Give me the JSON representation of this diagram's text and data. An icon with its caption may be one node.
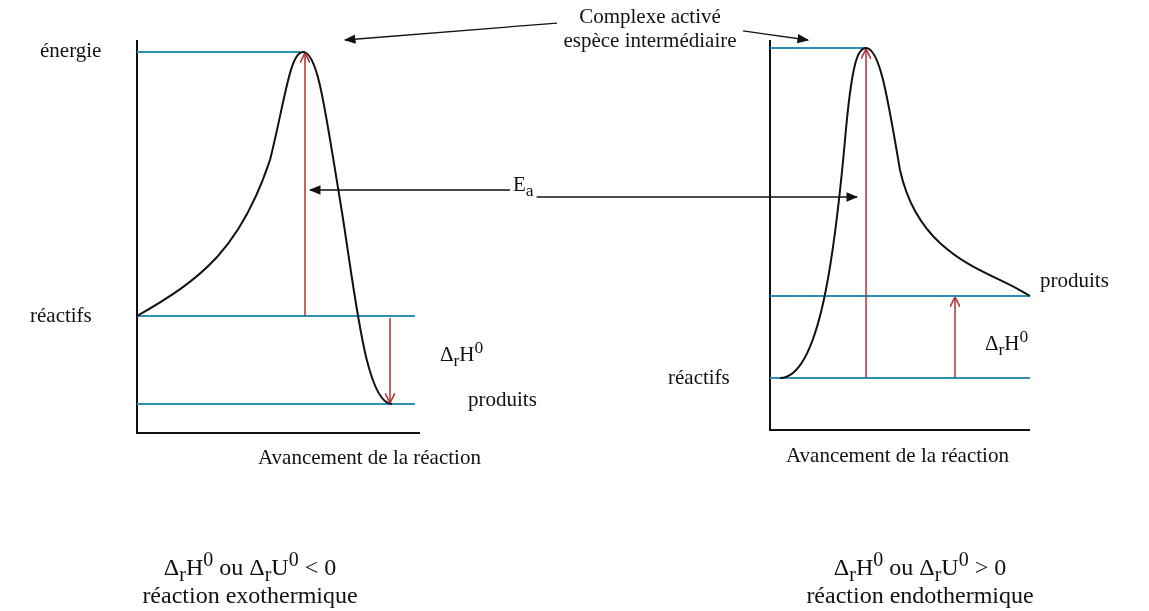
{
  "diagram": {
    "nodes": [
      {
        "text": [
          "Complexe activé espèce intermédiaire"
        ]
      },
      {
        "text": [
          "E$_{a}$"
        ]
      },
      {
        "text": [],
        "shape": "picture"
      },
      {
        "text": [],
        "shape": "picture"
      }
    ],
    "edges": [
      {
        "from": 0,
        "to": 2,
        "arrow": "to"
      },
      {
        "from": 0,
        "to": 3,
        "arrow": "to"
      },
      {
        "from": 1,
        "to": 2,
        "arrow": "to"
      },
      {
        "from": 1,
        "to": 3,
        "arrow": "to"
      }
    ],
    "labels": [
      "énergie",
      "réactifs",
      "produits",
      "Δ$_{r}$H$^{0}$",
      "réactifs",
      "Δ$_{r}$H$^{0}$",
      "produits",
      "Avancement de la réaction",
      "Avancement de la réaction",
      "Δ$_{r}$H$^{0}$ ou Δ$_{r}$U$^{0}$ < 0",
      "Δ$_{r}$H$^{0}$ ou Δ$_{r}$U$^{0}$ > 0",
      "réaction exothermique",
      "réaction endothermique"
    ]
  }
}
